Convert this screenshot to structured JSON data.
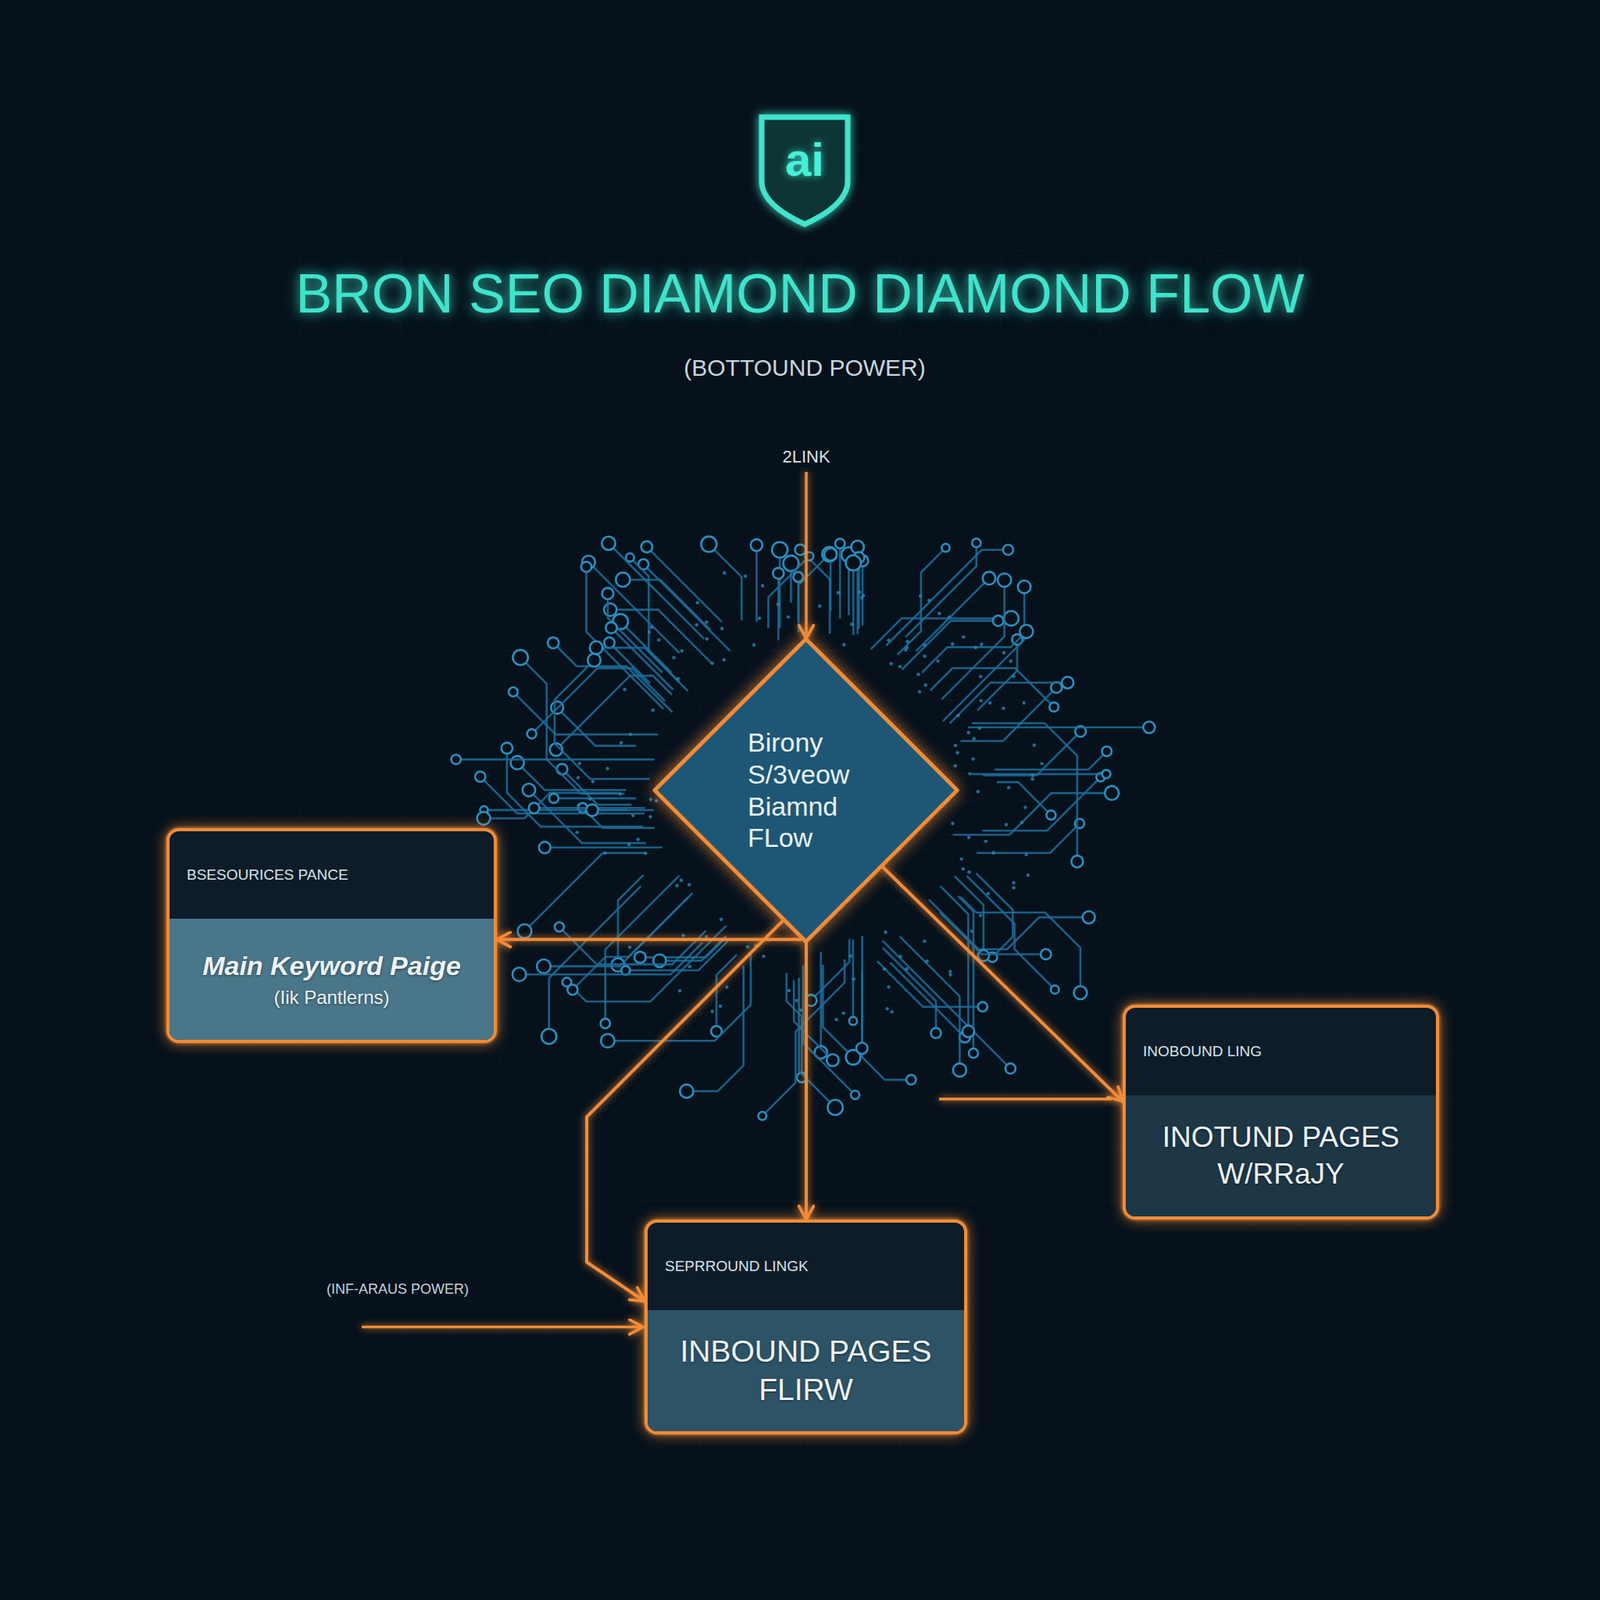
{
  "diagram": {
    "title": "BRON SEO DIAMOND DIAMOND FLOW",
    "nodes": [
      {
        "text": [
          "Birony S/3veow Biamnd FLow"
        ]
      },
      {
        "text": [
          "BSESOURICES PANCE",
          "Main Keyword Paige",
          "(Iik Pantlerns)"
        ]
      },
      {
        "text": [
          "INOBOUND LING",
          "INOTUND PAGES W/RRaJY"
        ]
      },
      {
        "text": [
          "SEPRROUND LINGK",
          "INBOUND PAGES FLIRW"
        ]
      }
    ],
    "edges": [
      {
        "from": 0,
        "to": 1,
        "arrow": "to"
      },
      {
        "from": 0,
        "to": 3,
        "arrow": "to"
      },
      {
        "from": 0,
        "to": 3,
        "arrow": "to"
      },
      {
        "from": 0,
        "to": 2,
        "arrow": "to"
      }
    ],
    "labels": [
      "ai",
      "(BOTTOUND POWER)",
      "2LINK",
      "(INF-ARAUS POWER)"
    ]
  }
}
